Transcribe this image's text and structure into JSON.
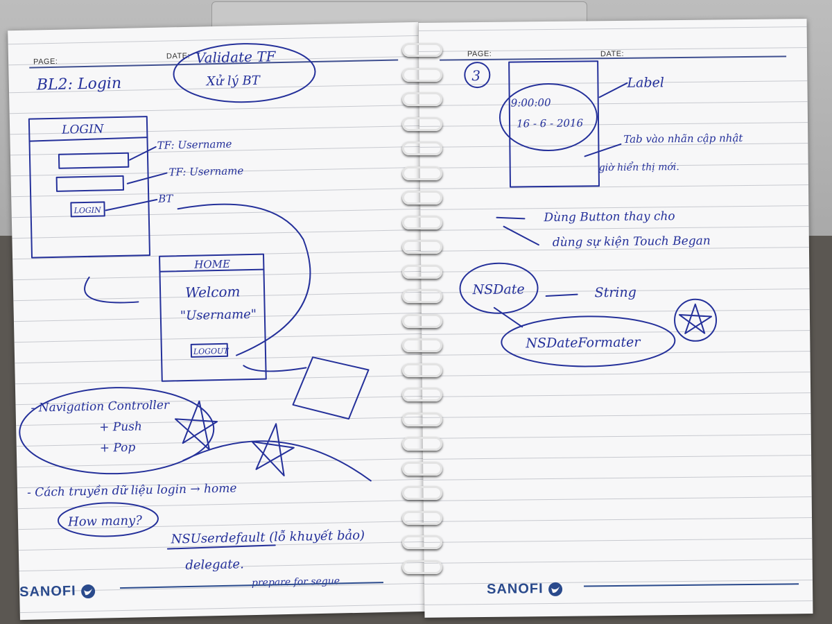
{
  "left_page": {
    "page_label": "PAGE:",
    "date_label": "DATE:",
    "brand": "SANOFI",
    "notes": {
      "title": "BL2: Login",
      "bubble_line1": "Validate TF",
      "bubble_line2": "Xử lý BT",
      "login_heading": "LOGIN",
      "login_button": "LOGIN",
      "tf1": "TF: Username",
      "tf2": "TF: Username",
      "bt": "BT",
      "home_heading": "HOME",
      "welcome": "Welcom",
      "username_quote": "\"Username\"",
      "logout_button": "LOGOUT",
      "nav_controller": "- Navigation Controller",
      "push": "+ Push",
      "pop": "+ Pop",
      "transfer": "- Cách truyền dữ liệu login → home",
      "how_many": "How many?",
      "nsuserdefault": "NSUserdefault (lỗ khuyết bảo)",
      "delegate": "delegate.",
      "prepare": "prepare for segue"
    }
  },
  "right_page": {
    "page_label": "PAGE:",
    "date_label": "DATE:",
    "brand": "SANOFI",
    "notes": {
      "number": "3",
      "time": "9:00:00",
      "date": "16 - 6 - 2016",
      "label": "Label",
      "tab_note1": "Tab vào nhãn cập nhật",
      "tab_note2": "giờ hiển thị mới.",
      "button_note1": "Dùng Button thay cho",
      "button_note2": "dùng sự kiện Touch Began",
      "nsdate": "NSDate",
      "string": "String",
      "formatter": "NSDateFormater"
    }
  },
  "colors": {
    "ink": "#24309a",
    "brand": "#2a4a8c",
    "paper": "#f7f7f8"
  }
}
